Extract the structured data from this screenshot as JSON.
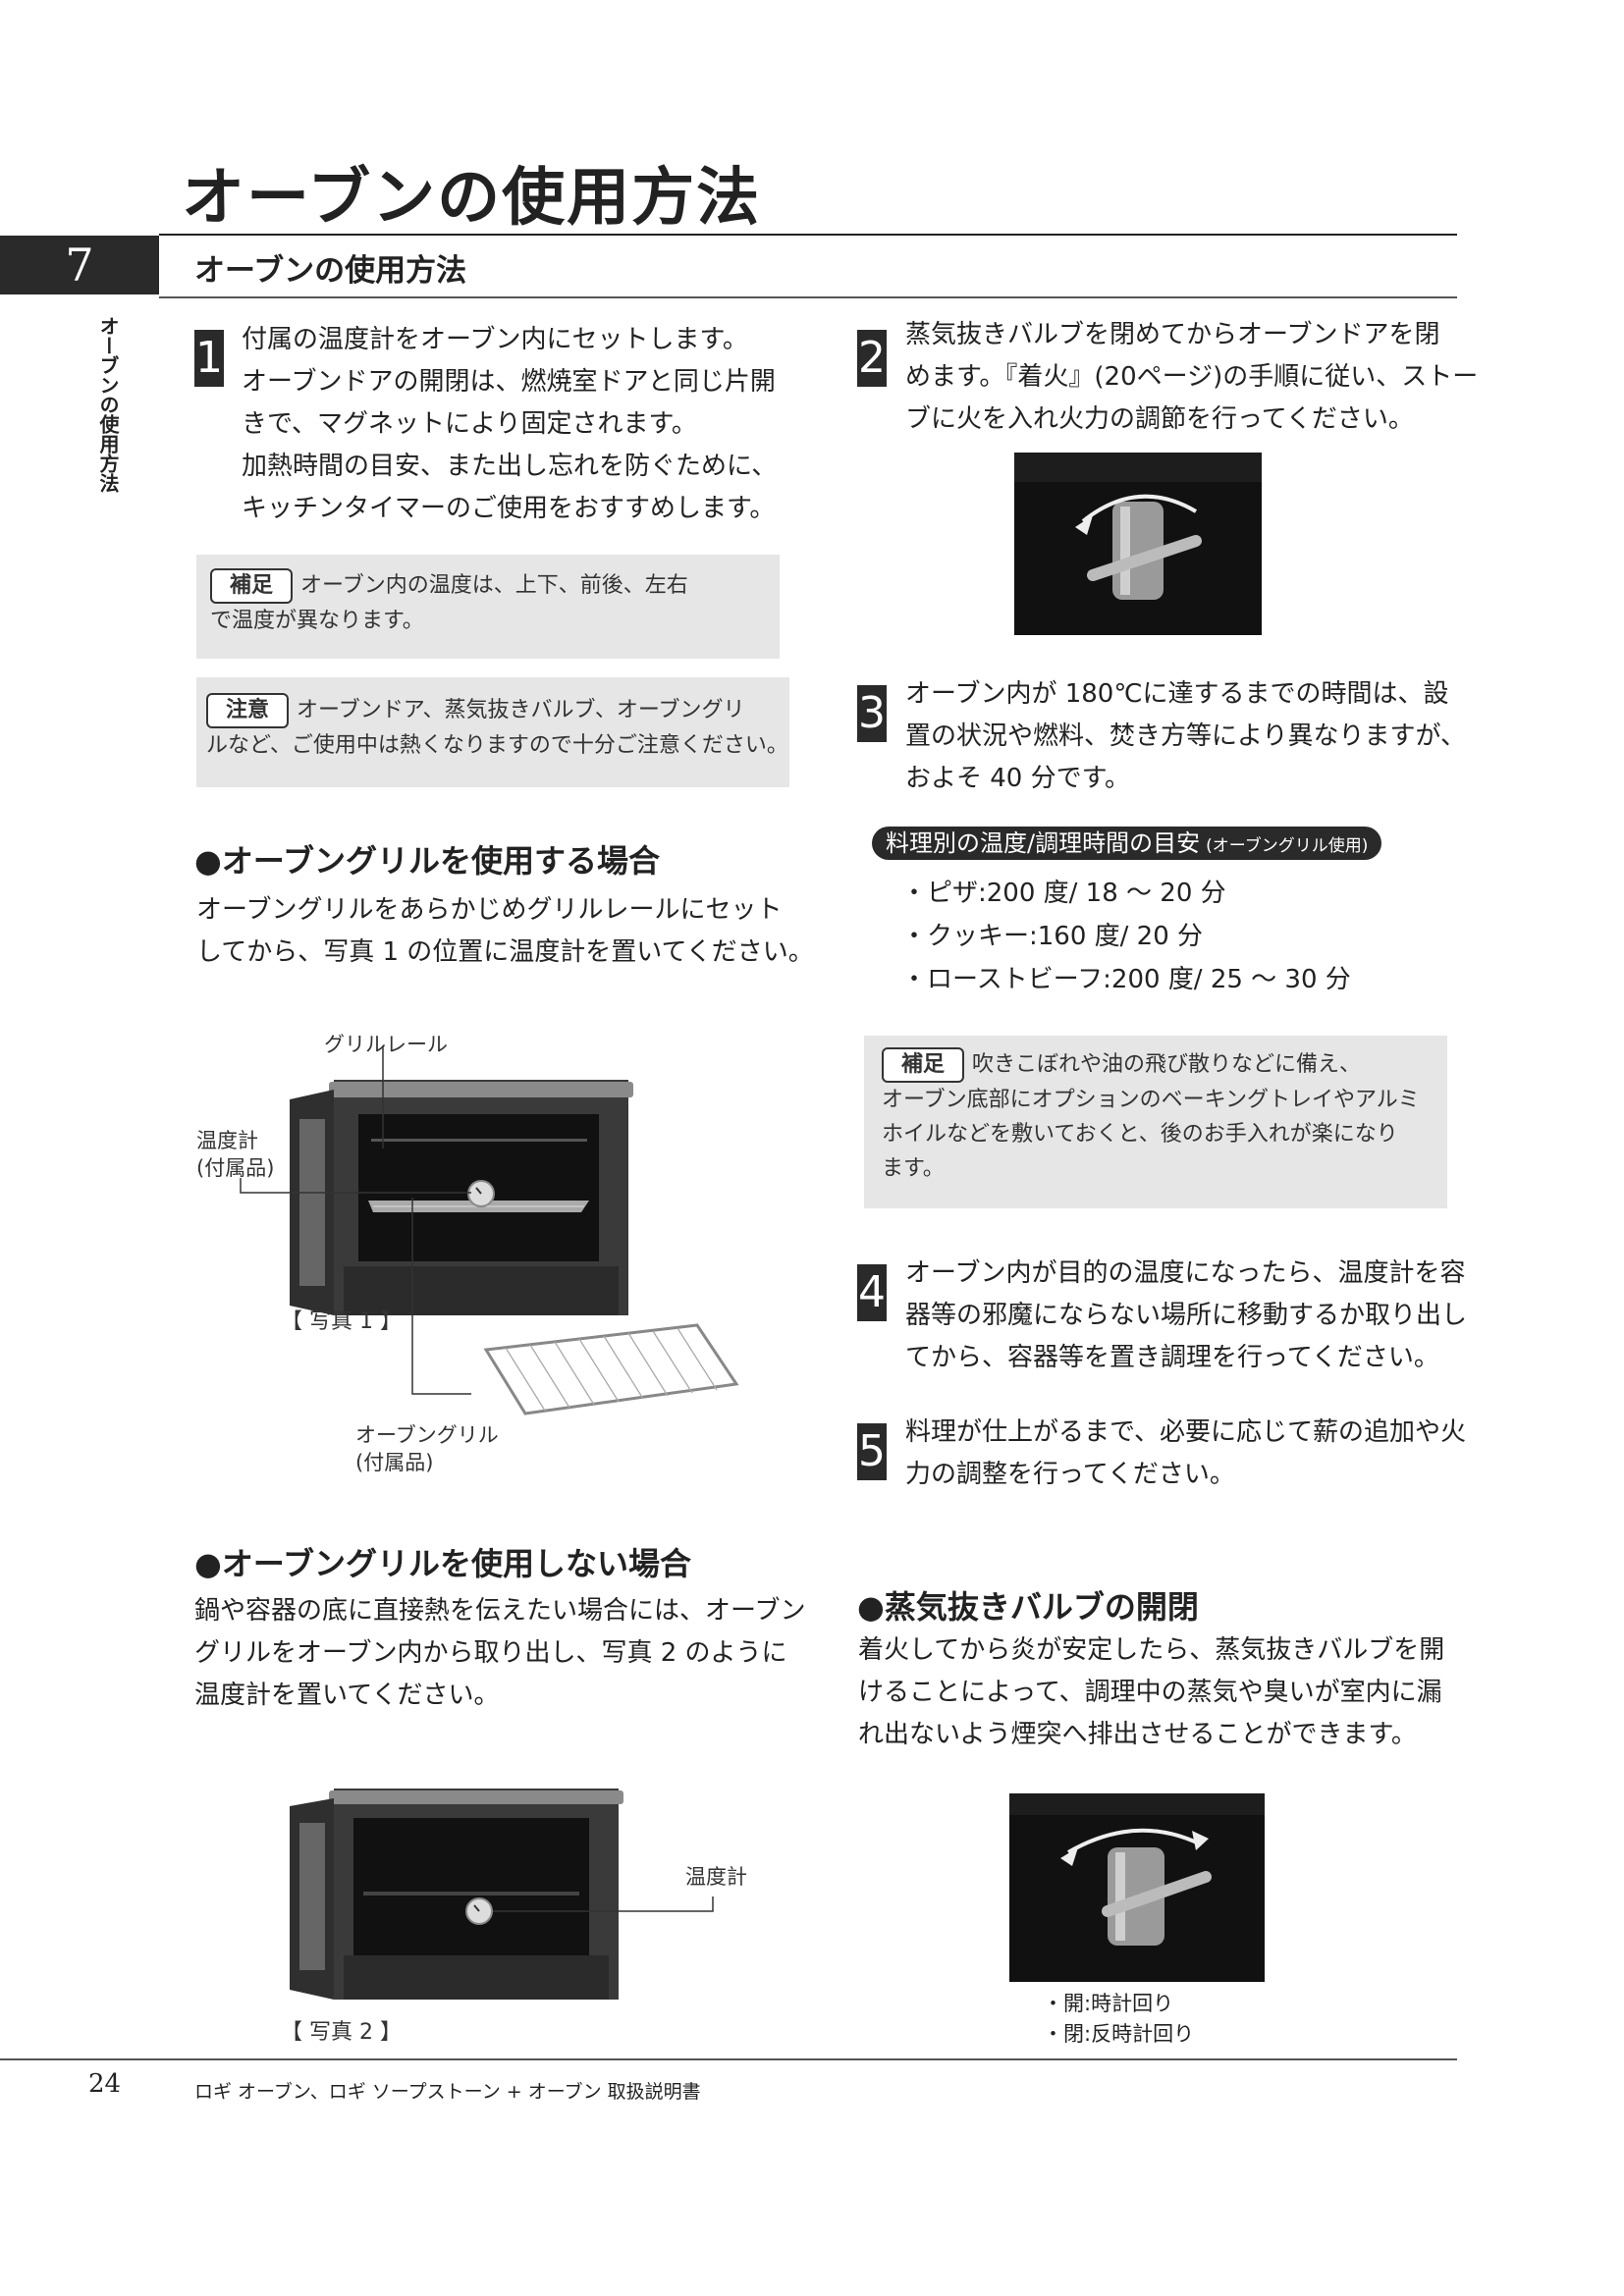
{
  "page_title": "オーブンの使用方法",
  "section": {
    "number": "7",
    "title": "オーブンの使用方法"
  },
  "side_tab": "オーブンの使用方法",
  "steps": [
    {
      "num": "1",
      "lines": [
        "付属の温度計をオーブン内にセットします。",
        "オーブンドアの開閉は、燃焼室ドアと同じ片開",
        "きで、マグネットにより固定されます。",
        "加熱時間の目安、また出し忘れを防ぐために、",
        "キッチンタイマーのご使用をおすすめします。"
      ]
    },
    {
      "num": "2",
      "lines": [
        "蒸気抜きバルブを閉めてからオーブンドアを閉",
        "めます。『着火』(20ページ)の手順に従い、ストー",
        "ブに火を入れ火力の調節を行ってください。"
      ]
    },
    {
      "num": "3",
      "lines": [
        "オーブン内が 180℃に達するまでの時間は、設",
        "置の状況や燃料、焚き方等により異なりますが、",
        "およそ 40 分です。"
      ]
    },
    {
      "num": "4",
      "lines": [
        "オーブン内が目的の温度になったら、温度計を容",
        "器等の邪魔にならない場所に移動するか取り出し",
        "てから、容器等を置き調理を行ってください。"
      ]
    },
    {
      "num": "5",
      "lines": [
        "料理が仕上がるまで、必要に応じて薪の追加や火",
        "力の調整を行ってください。"
      ]
    }
  ],
  "notes": {
    "supplement1": {
      "label": "補足",
      "lines": [
        "オーブン内の温度は、上下、前後、左右",
        "で温度が異なります。"
      ]
    },
    "caution": {
      "label": "注意",
      "lines": [
        "オーブンドア、蒸気抜きバルブ、オーブングリ",
        "ルなど、ご使用中は熱くなりますので十分ご注意ください。"
      ]
    },
    "supplement2": {
      "label": "補足",
      "lines": [
        "吹きこぼれや油の飛び散りなどに備え、",
        "オーブン底部にオプションのベーキングトレイやアルミ",
        "ホイルなどを敷いておくと、後のお手入れが楽になり",
        "ます。"
      ]
    }
  },
  "with_grill": {
    "heading": "●オーブングリルを使用する場合",
    "lines": [
      "オーブングリルをあらかじめグリルレールにセット",
      "してから、写真 1 の位置に温度計を置いてください。"
    ],
    "labels": {
      "rail": "グリルレール",
      "thermo": [
        "温度計",
        "(付属品)"
      ],
      "grill": [
        "オーブングリル",
        "(付属品)"
      ]
    },
    "caption": "【 写真 1 】"
  },
  "without_grill": {
    "heading": "●オーブングリルを使用しない場合",
    "lines": [
      "鍋や容器の底に直接熱を伝えたい場合には、オーブン",
      "グリルをオーブン内から取り出し、写真 2 のように",
      "温度計を置いてください。"
    ],
    "labels": {
      "thermo": "温度計"
    },
    "caption": "【 写真 2 】"
  },
  "cooking_guide": {
    "title": "料理別の温度/調理時間の目安",
    "subtitle": "(オーブングリル使用)",
    "items": [
      "・ピザ:200 度/ 18 〜 20 分",
      "・クッキー:160 度/ 20 分",
      "・ローストビーフ:200 度/ 25 〜 30 分"
    ]
  },
  "valve": {
    "heading": "●蒸気抜きバルブの開閉",
    "lines": [
      "着火してから炎が安定したら、蒸気抜きバルブを開",
      "けることによって、調理中の蒸気や臭いが室内に漏",
      "れ出ないよう煙突へ排出させることができます。"
    ],
    "captions": [
      "・開:時計回り",
      "・閉:反時計回り"
    ]
  },
  "footer": {
    "page": "24",
    "text": "ロギ オーブン、ロギ ソープストーン + オーブン 取扱説明書"
  }
}
